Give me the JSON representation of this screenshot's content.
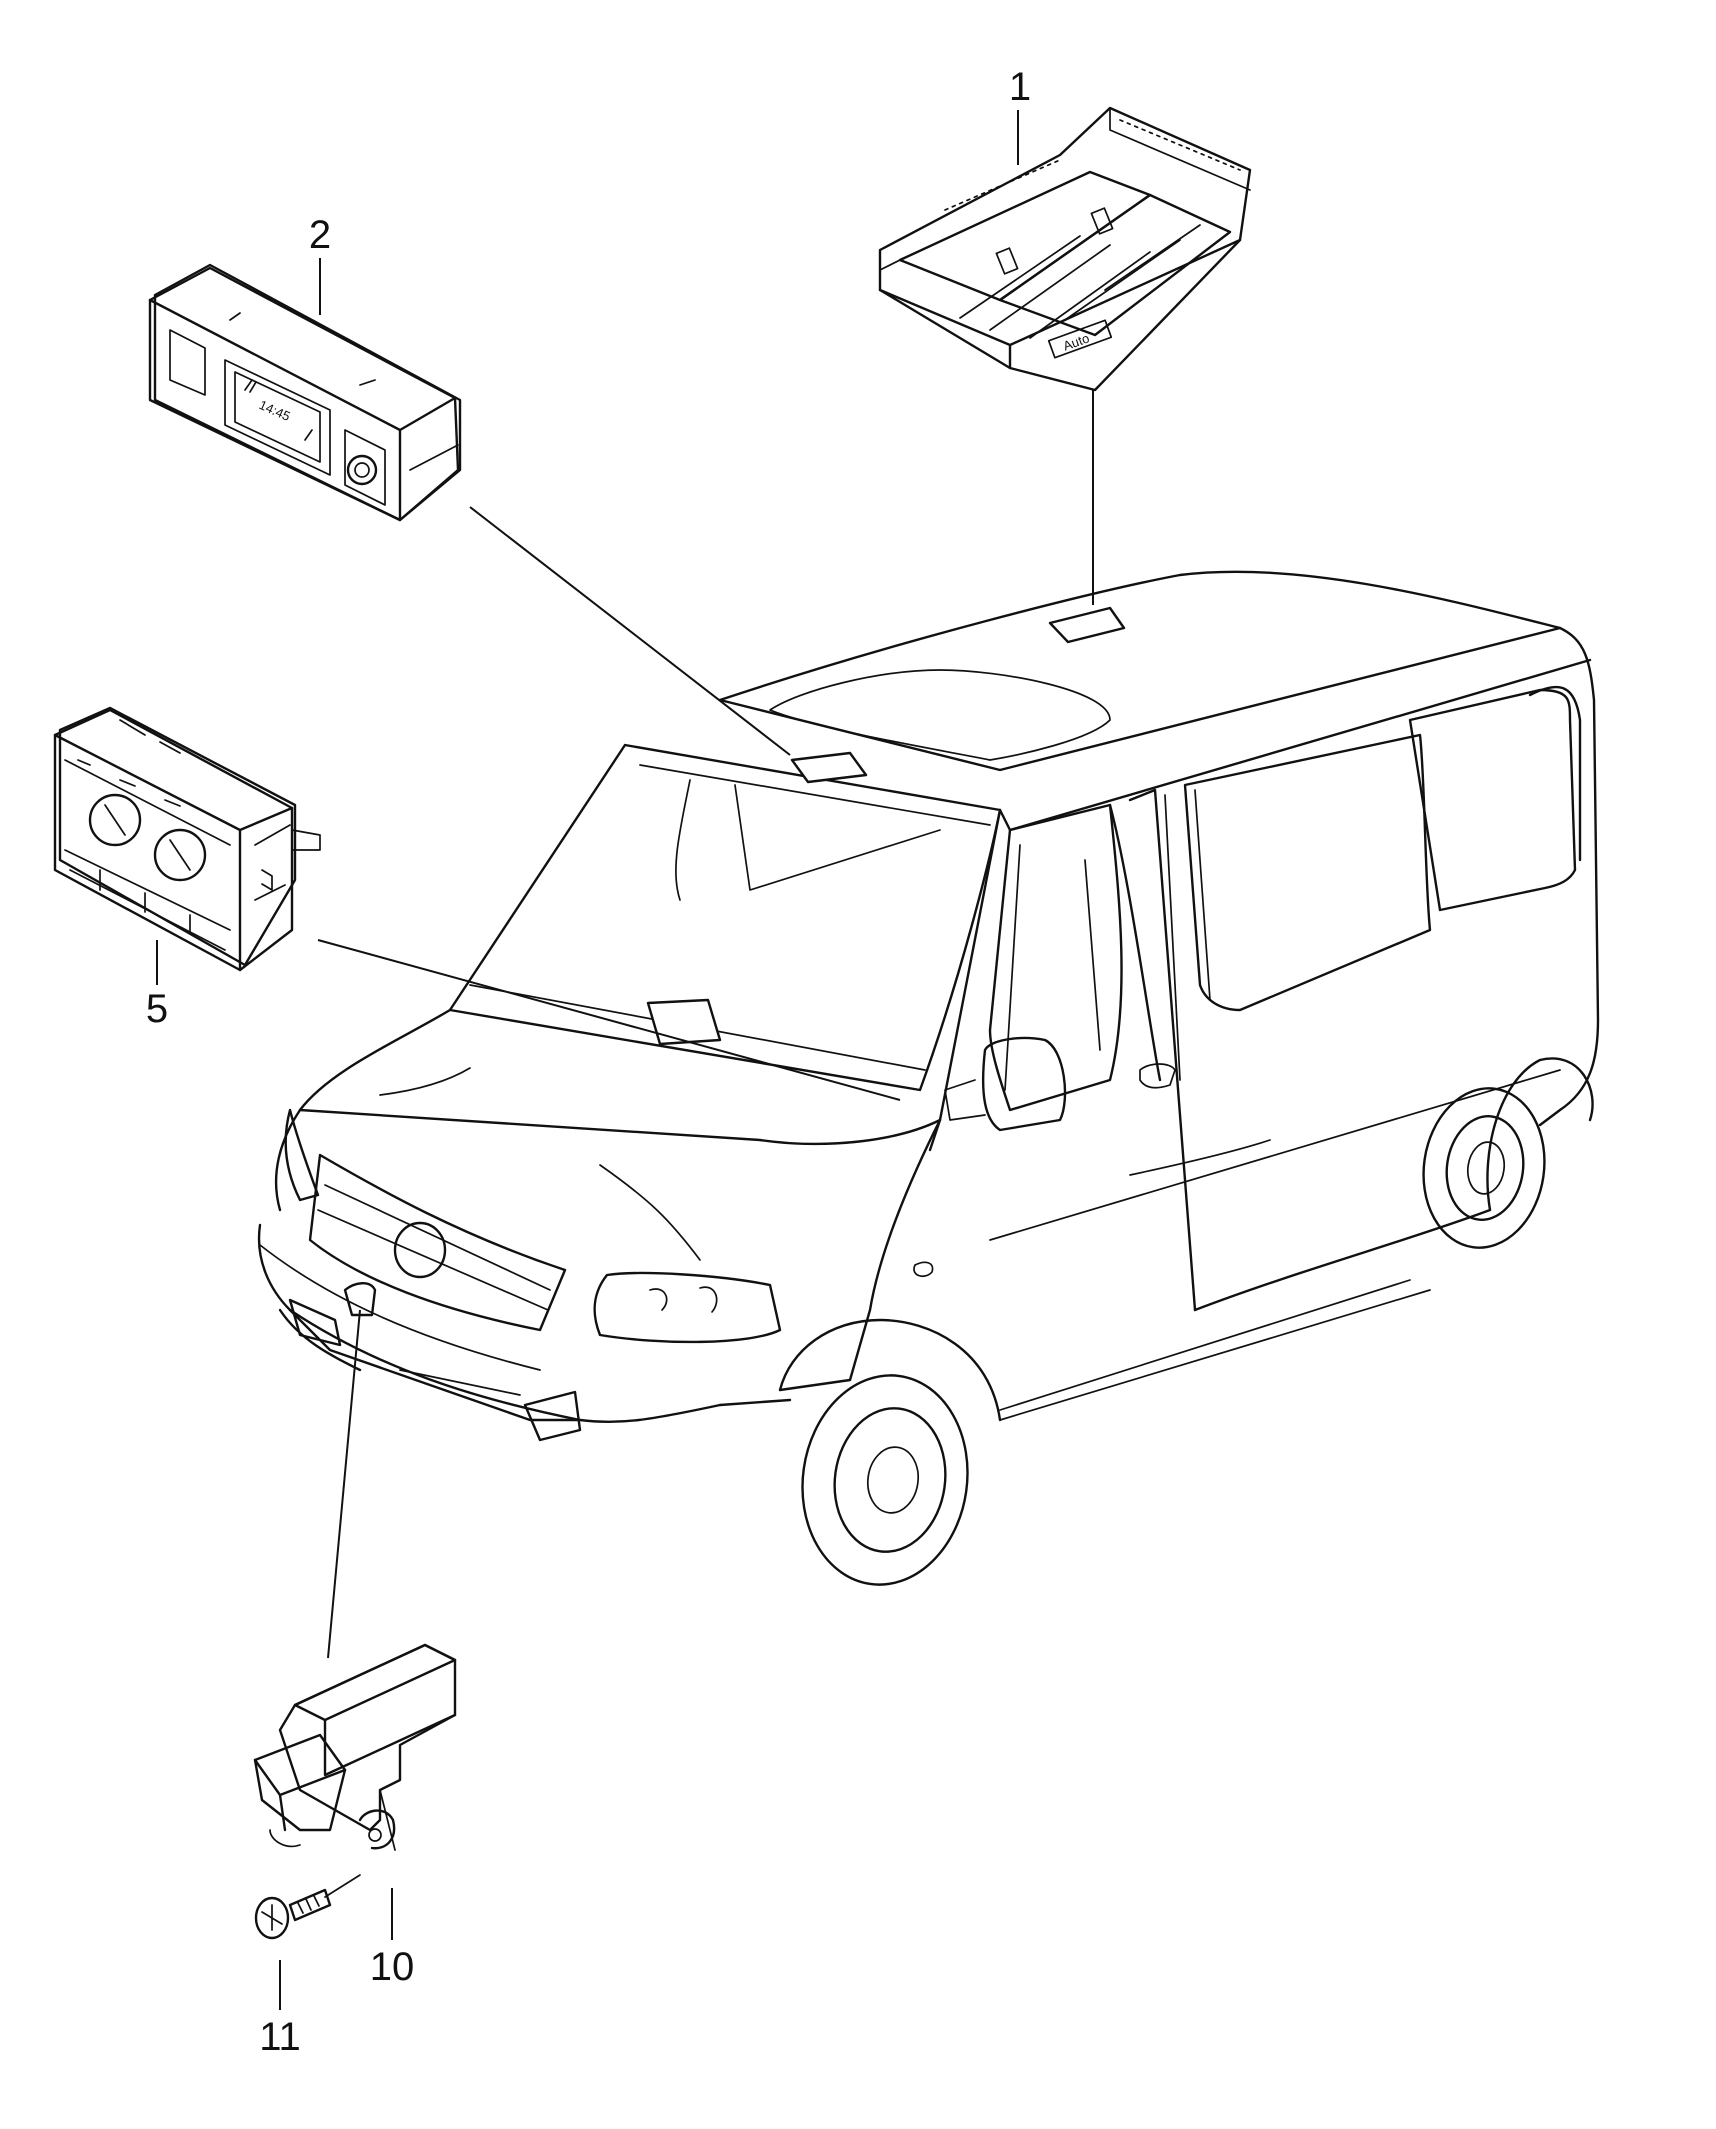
{
  "callouts": [
    {
      "id": "1",
      "label": "1"
    },
    {
      "id": "2",
      "label": "2"
    },
    {
      "id": "5",
      "label": "5"
    },
    {
      "id": "10",
      "label": "10"
    },
    {
      "id": "11",
      "label": "11"
    }
  ],
  "panel_2": {
    "display_text": "14:45"
  },
  "panel_1": {
    "auto_label": "Auto"
  }
}
